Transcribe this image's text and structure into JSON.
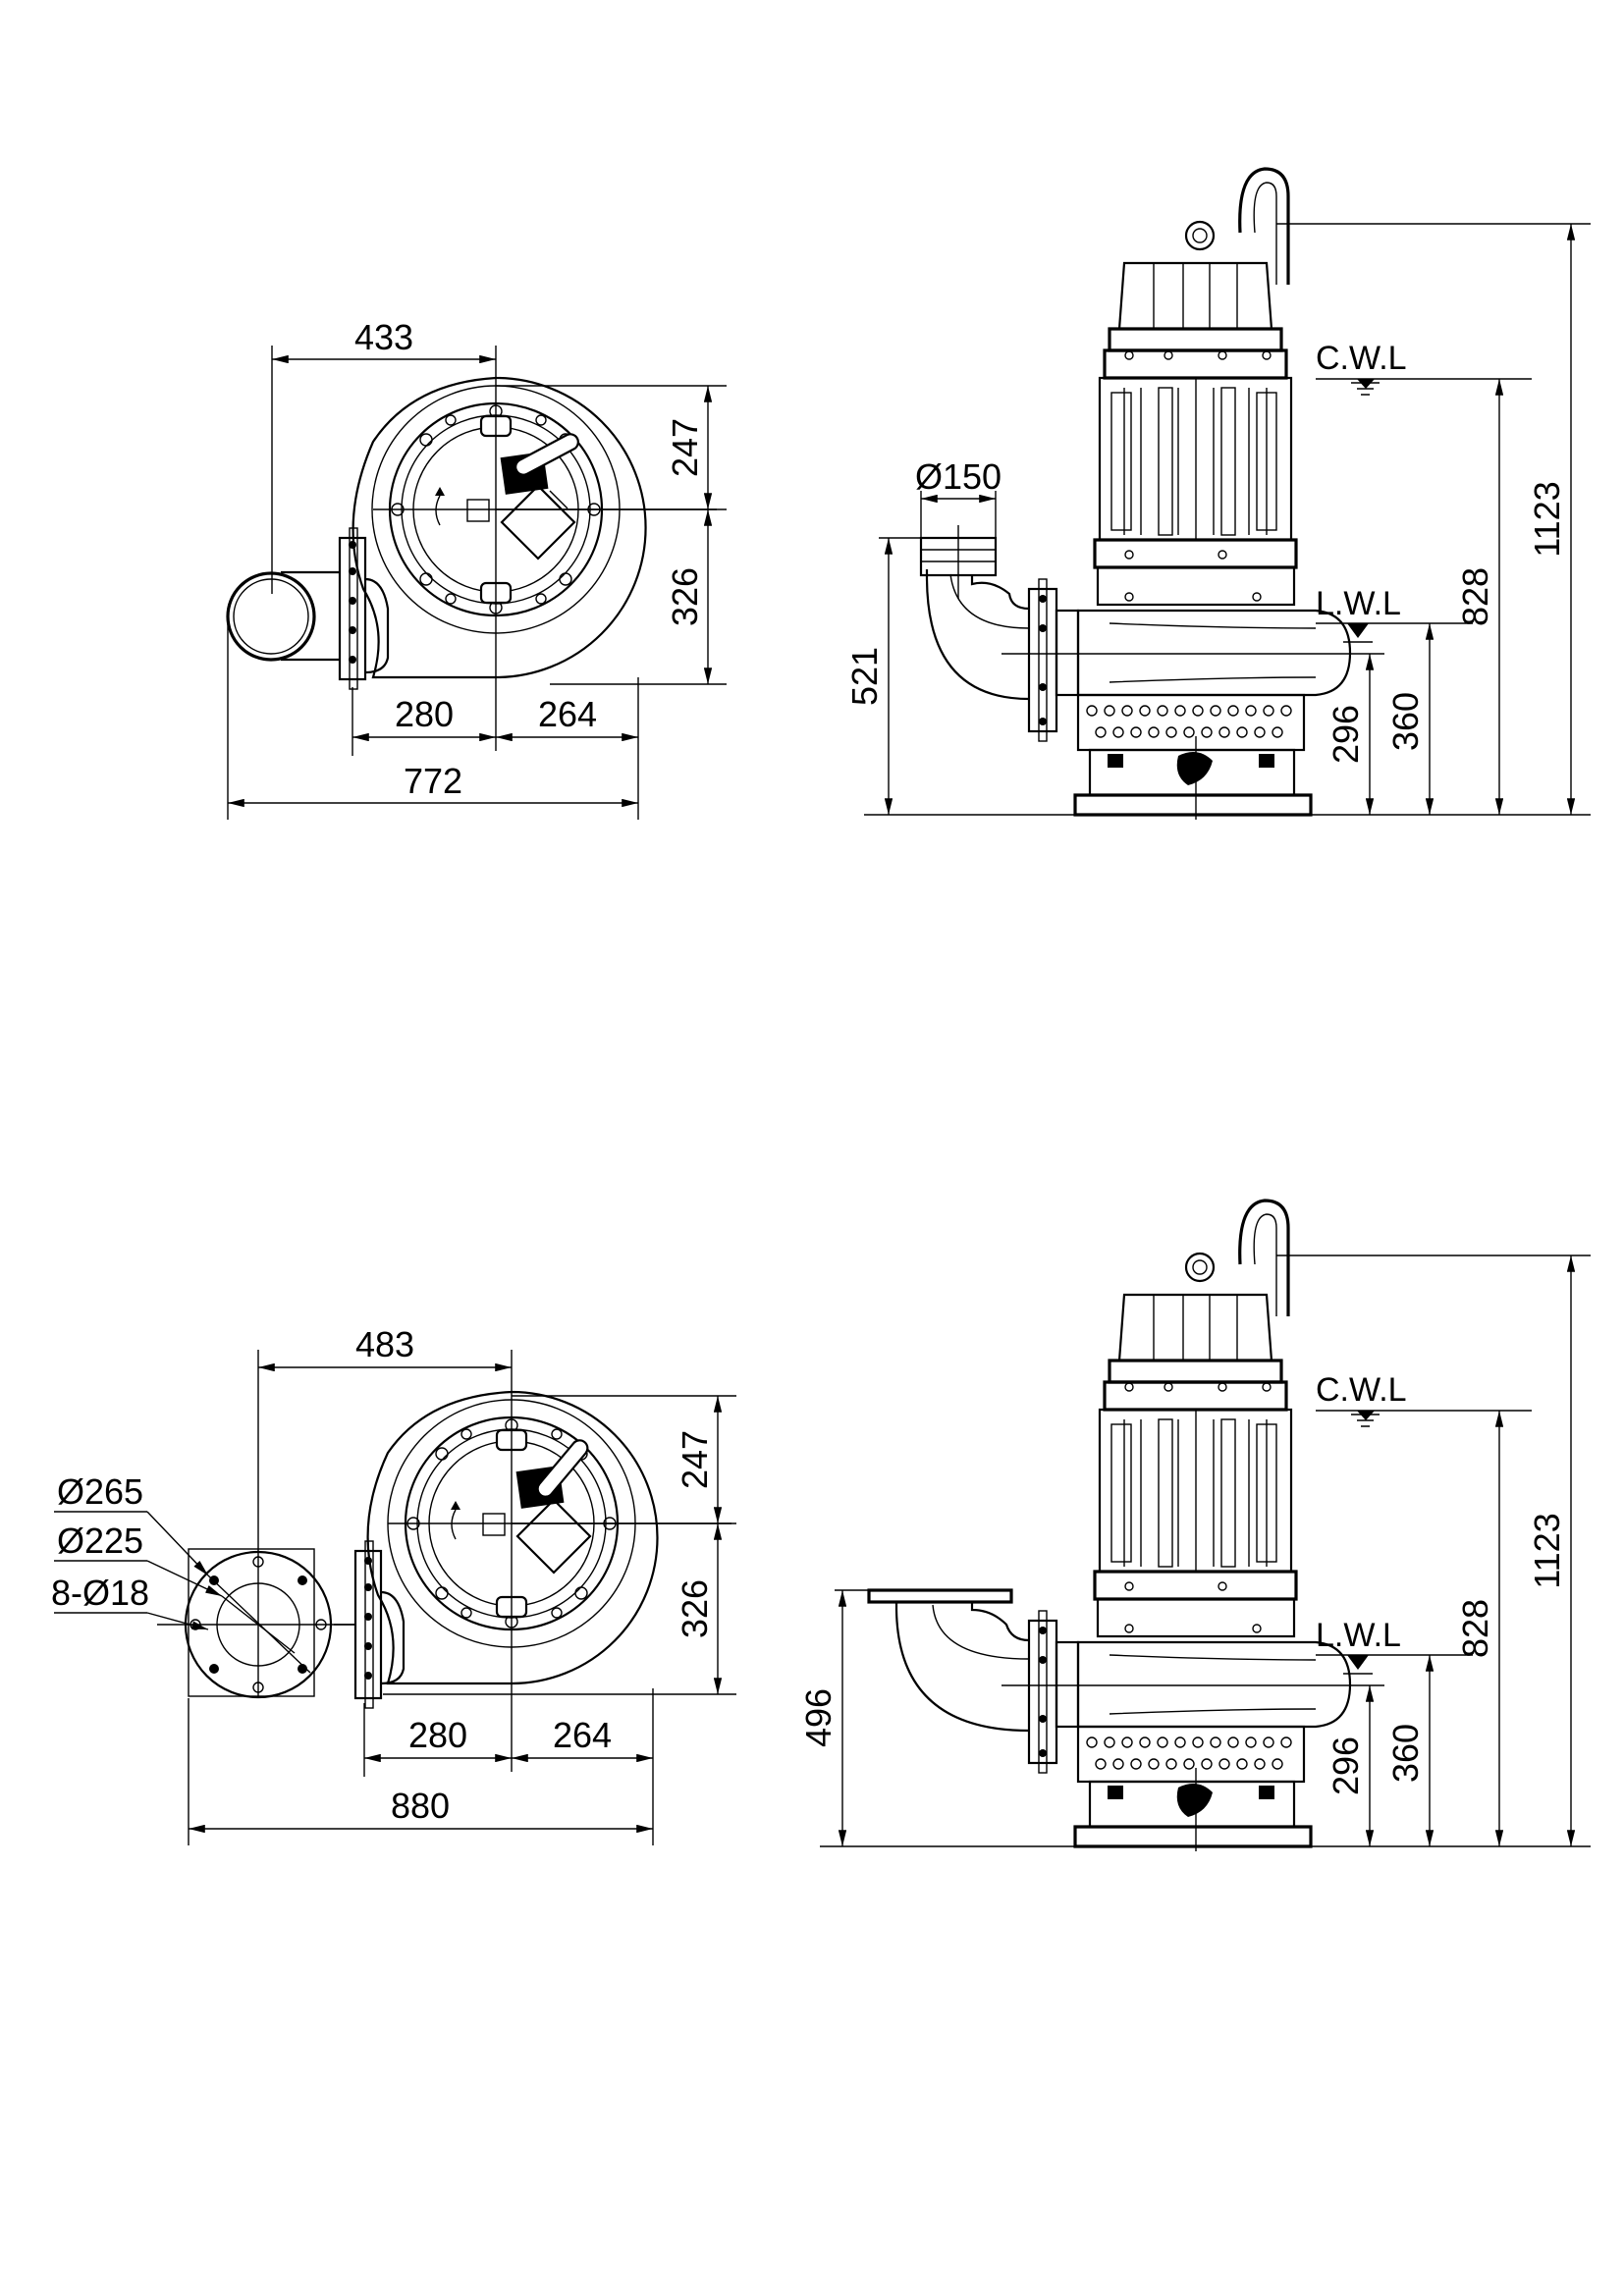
{
  "view_top_plan": {
    "dims": {
      "width_top": "433",
      "h_upper": "247",
      "h_lower": "326",
      "w_left": "280",
      "w_right": "264",
      "w_total": "772"
    }
  },
  "view_top_side": {
    "dims": {
      "outlet_dia": "Ø150",
      "h_outlet": "521",
      "h_296": "296",
      "h_360": "360",
      "h_828": "828",
      "h_total": "1123"
    },
    "labels": {
      "cwl": "C.W.L",
      "lwl": "L.W.L"
    }
  },
  "view_bottom_plan": {
    "dims": {
      "width_top": "483",
      "h_upper": "247",
      "h_lower": "326",
      "w_left": "280",
      "w_right": "264",
      "w_total": "880",
      "flange_od": "Ø265",
      "flange_pcd": "Ø225",
      "bolt_holes": "8-Ø18"
    }
  },
  "view_bottom_side": {
    "dims": {
      "h_outlet": "496",
      "h_296": "296",
      "h_360": "360",
      "h_828": "828",
      "h_total": "1123"
    },
    "labels": {
      "cwl": "C.W.L",
      "lwl": "L.W.L"
    }
  }
}
